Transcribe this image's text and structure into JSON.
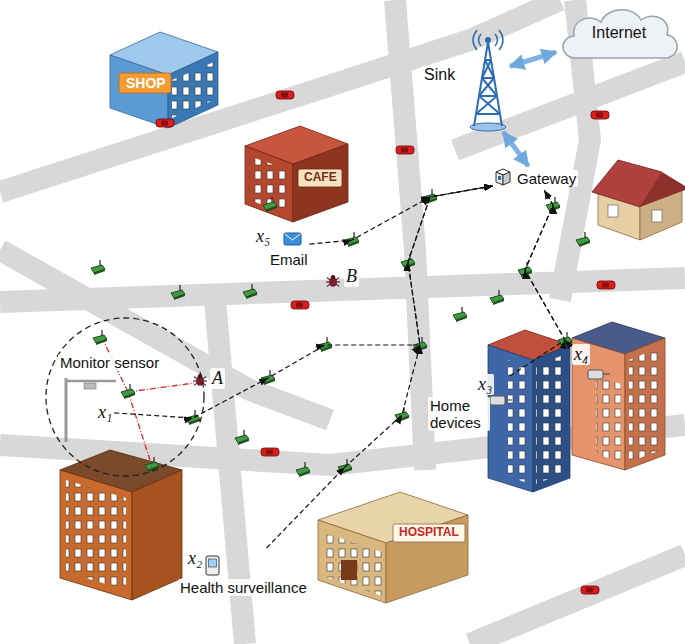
{
  "diagram": {
    "nodes": [
      {
        "text": [
          "Internet"
        ]
      },
      {
        "text": [
          "Sink"
        ]
      },
      {
        "text": [
          "Gateway"
        ]
      },
      {
        "text": [
          "Monitor sensor"
        ]
      },
      {
        "text": [
          "x₁"
        ],
        "in": 3
      },
      {
        "text": [
          "x₂",
          "Health surveillance"
        ]
      },
      {
        "text": [
          "x₃",
          "Home devices"
        ]
      },
      {
        "text": [
          "x₄"
        ]
      },
      {
        "text": [
          "x₅",
          "Email"
        ]
      }
    ],
    "edges": [
      {
        "from": 4,
        "to": 2,
        "arrow": "to"
      },
      {
        "from": 5,
        "to": 2,
        "arrow": "to"
      },
      {
        "from": 6,
        "to": 2,
        "arrow": "to"
      },
      {
        "from": 7,
        "to": 2,
        "arrow": "to"
      },
      {
        "from": 8,
        "to": 2,
        "arrow": "to"
      },
      {
        "from": 2,
        "to": 1,
        "arrow": "both"
      },
      {
        "from": 1,
        "to": 0,
        "arrow": "both"
      }
    ],
    "labels": [
      "A",
      "B",
      "SHOP",
      "CAFE",
      "HOSPITAL"
    ]
  }
}
